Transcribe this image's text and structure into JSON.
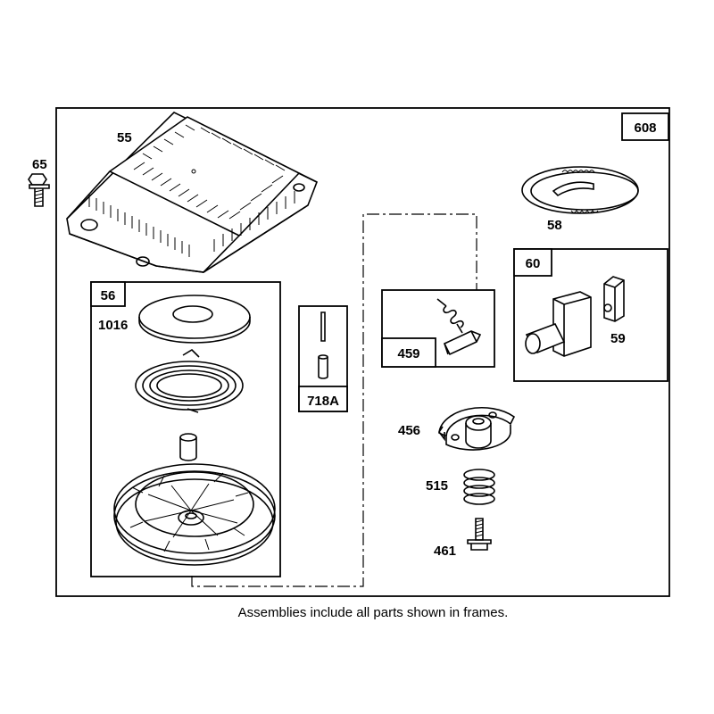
{
  "frame_label": "608",
  "parts": {
    "p55": "55",
    "p65": "65",
    "p58": "58",
    "p60": "60",
    "p59": "59",
    "p56": "56",
    "p1016": "1016",
    "p718a": "718A",
    "p459": "459",
    "p456": "456",
    "p515": "515",
    "p461": "461"
  },
  "caption": "Assemblies include all parts shown in frames."
}
